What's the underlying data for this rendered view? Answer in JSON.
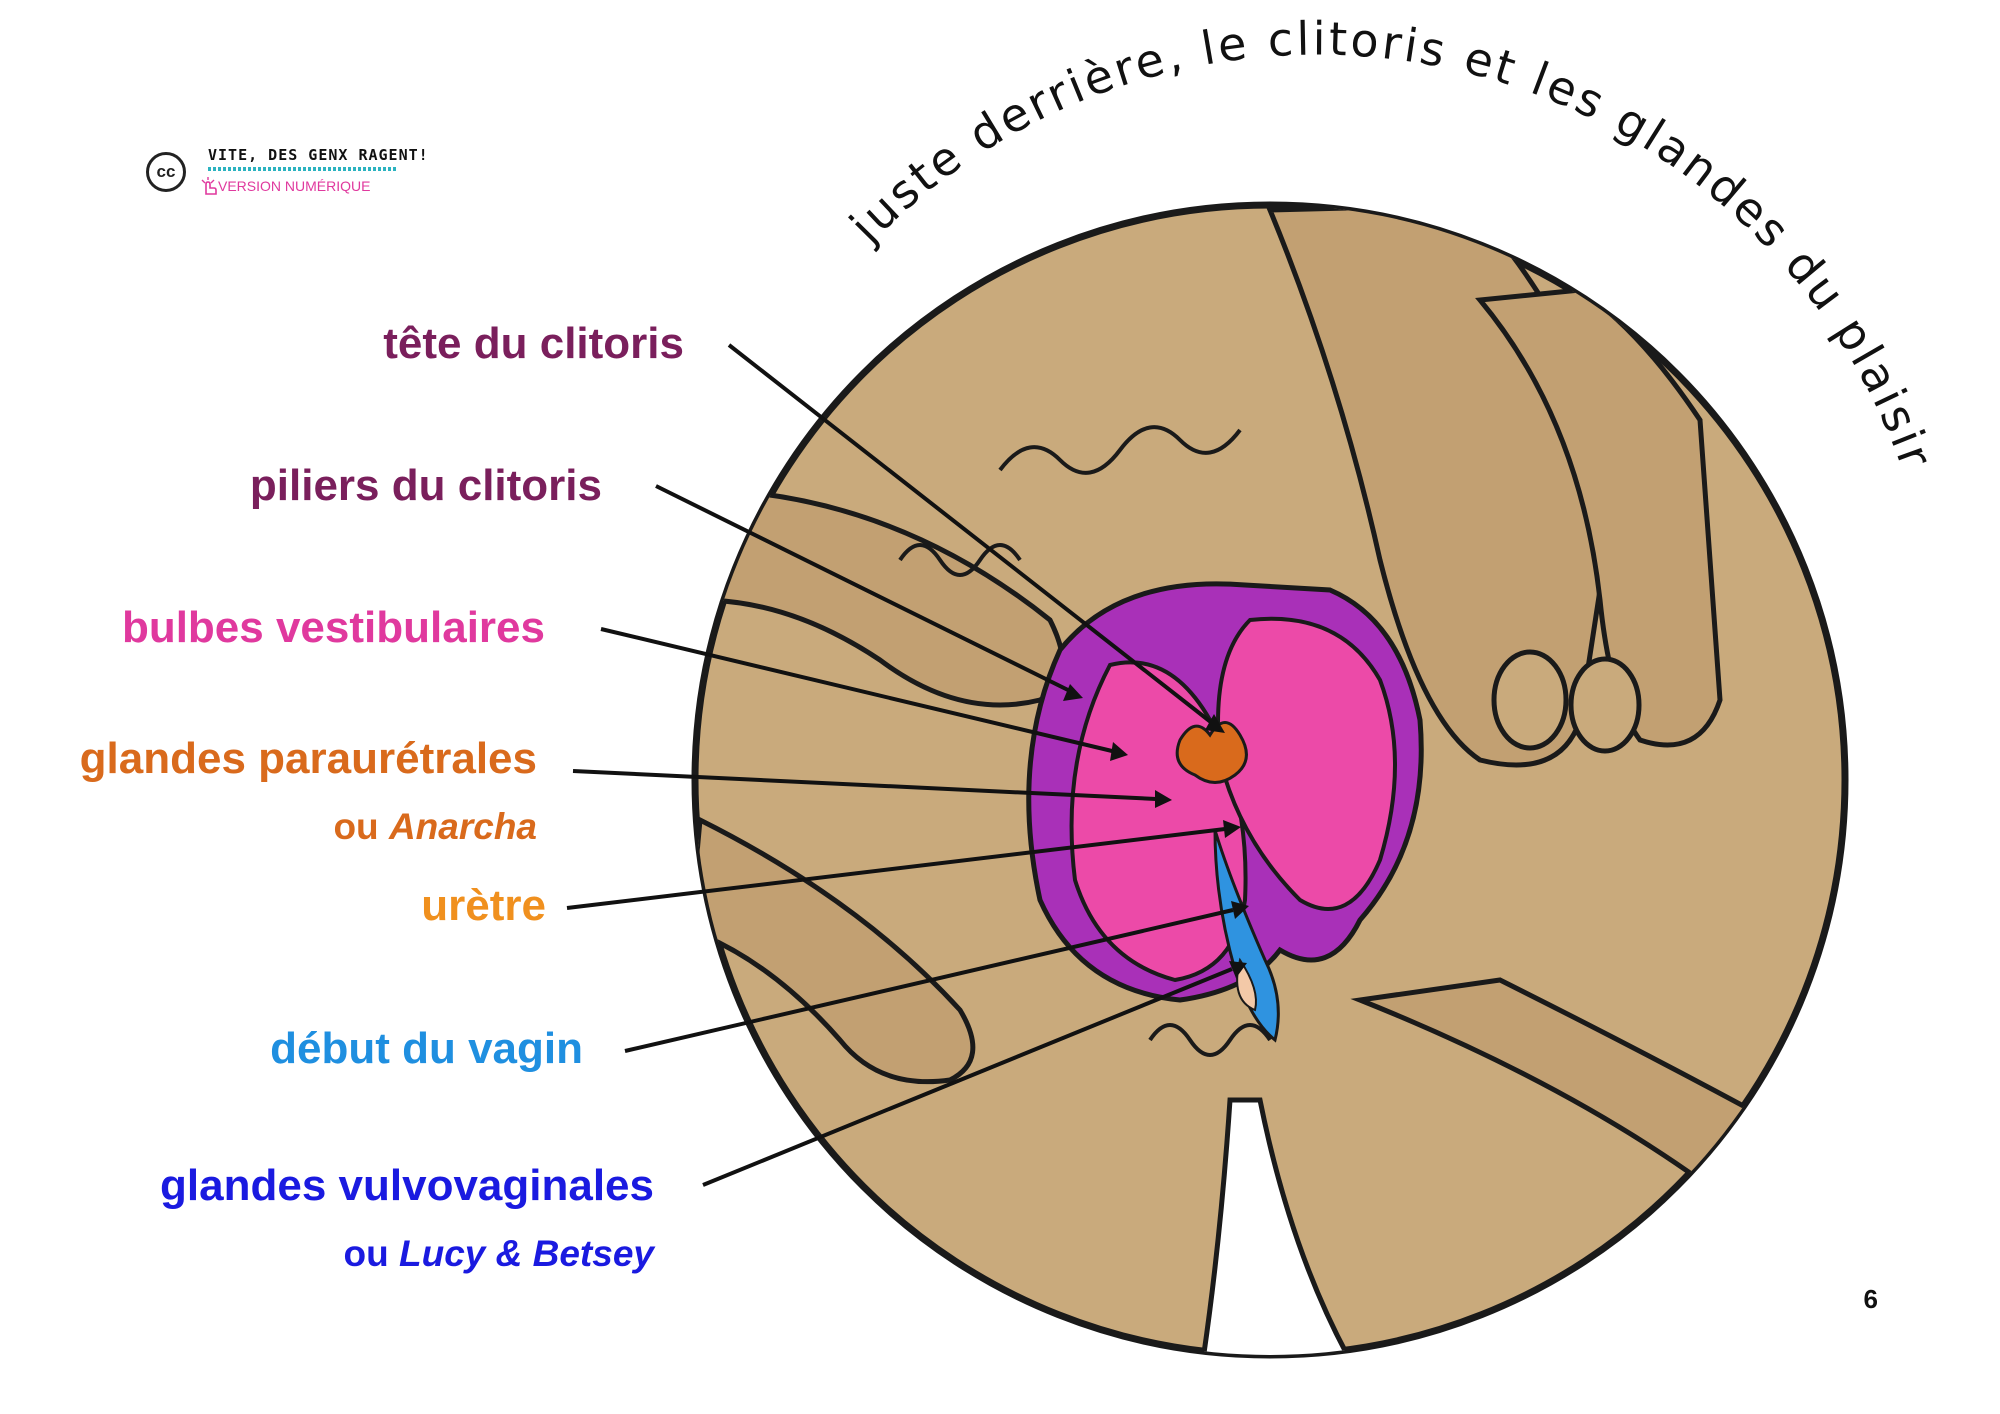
{
  "heading": "juste derrière, le clitoris et les glandes du plaisir",
  "logo": {
    "cc": "cc",
    "title": "VITE, DES GENX RAGENT!",
    "subtitle": "VERSION NUMÉRIQUE"
  },
  "labels": {
    "tete": "tête du clitoris",
    "piliers": "piliers du clitoris",
    "bulbes": "bulbes vestibulaires",
    "paraur": "glandes paraurétrales",
    "paraur_prefix": "ou ",
    "paraur_name": "Anarcha",
    "uretre": "urètre",
    "vagin": "début du vagin",
    "vulvo": "glandes vulvovaginales",
    "vulvo_prefix": "ou ",
    "vulvo_name": "Lucy & Betsey"
  },
  "colors": {
    "tete": "#7a1f5c",
    "piliers": "#7a1f5c",
    "bulbes": "#e0399e",
    "paraur": "#d96a1c",
    "uretre": "#f0901e",
    "vagin": "#1f8fe0",
    "vulvo": "#1a1ae0",
    "skin": "#c9aa7c",
    "clitoris": "#a930b8",
    "bulb": "#ec4aa8"
  },
  "page_number": "6"
}
